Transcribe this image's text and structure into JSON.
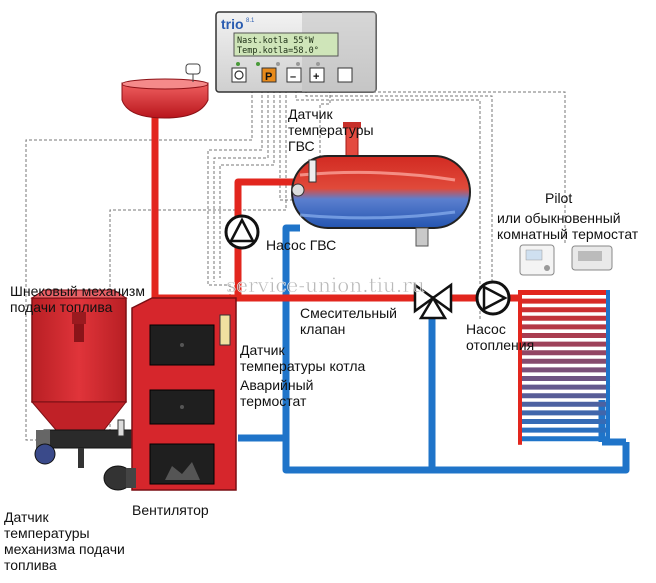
{
  "colors": {
    "hot_pipe": "#e2261e",
    "cold_pipe": "#1f74c9",
    "boiler_red": "#d6262c",
    "dark": "#1a1a1a",
    "lcd_green": "#cfe5b9",
    "watermark": "#8a8a8a"
  },
  "controller": {
    "brand": "trio",
    "brand_sup": "8.1",
    "lcd_line1": "Nast.kotla 55°W",
    "lcd_line2": "Temp.kotla=58.0°",
    "buttons": [
      "P",
      "–",
      "+"
    ],
    "icons": [
      "power-icon",
      "settings-icon",
      "alert-icon"
    ]
  },
  "labels": {
    "dhw_sensor": "Датчик\nтемпературы\nГВС",
    "dhw_pump": "Насос ГВС",
    "pilot": "Pilot",
    "room_thermostat": "или обыкновенный\nкомнатный термостат",
    "auger": "Шнековый механизм\nподачи топлива",
    "mixing_valve": "Смесительный\nклапан",
    "heating_pump": "Насос\nотопления",
    "boiler_sensor": "Датчик\nтемпературы котла",
    "emergency_thermostat": "Аварийный\nтермостат",
    "fan": "Вентилятор",
    "feeder_sensor": "Датчик\nтемпературы\nмеханизма подачи\nтоплива"
  },
  "watermark": "service-union.tiu.ru"
}
